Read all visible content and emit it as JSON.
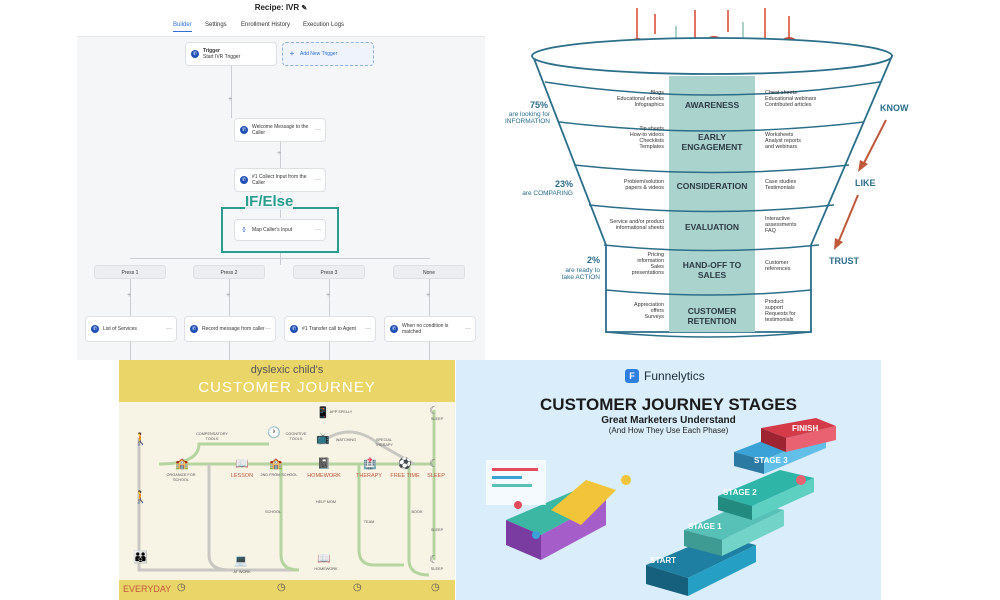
{
  "ivr": {
    "recipe_title": "Recipe: IVR",
    "tabs": [
      "Builder",
      "Settings",
      "Enrollment History",
      "Execution Logs"
    ],
    "trigger_title": "Trigger",
    "trigger_sub": "Start IVR Trigger",
    "add_trigger": "Add New Trigger",
    "nodes": [
      "Welcome Message to the Caller",
      "#1 Collect Input from the Caller",
      "Map Caller's Input"
    ],
    "if_else": "IF/Else",
    "branches": [
      "Press 1",
      "Press 2",
      "Press 3",
      "None"
    ],
    "actions": [
      "List of Services",
      "Record message from caller",
      "#1 Transfer call to Agent",
      "When no condition is matched"
    ]
  },
  "funnel": {
    "stages": [
      "AWARENESS",
      "EARLY ENGAGEMENT",
      "CONSIDERATION",
      "EVALUATION",
      "HAND-OFF TO SALES",
      "CUSTOMER RETENTION"
    ],
    "left_items": [
      [
        "Blogs",
        "Educational ebooks",
        "Infographics"
      ],
      [
        "Tip sheets",
        "How-to videos",
        "Checklists",
        "Templates"
      ],
      [
        "Problem/solution",
        "papers & videos"
      ],
      [
        "Service and/or product",
        "informational sheets"
      ],
      [
        "Pricing",
        "information",
        "Sales",
        "presentations"
      ],
      [
        "Appreciation",
        "offers",
        "Surveys"
      ]
    ],
    "right_items": [
      [
        "Cheat sheets",
        "Educational webinars",
        "Contributed articles"
      ],
      [
        "Worksheets",
        "Analyst reports",
        "and webinars"
      ],
      [
        "Case studies",
        "Testimonials"
      ],
      [
        "Interactive",
        "assessments",
        "FAQ"
      ],
      [
        "Customer",
        "references"
      ],
      [
        "Product",
        "support",
        "Requests for",
        "testimonials"
      ]
    ],
    "stats": [
      {
        "pct": "75%",
        "desc": [
          "are looking for",
          "INFORMATION"
        ]
      },
      {
        "pct": "23%",
        "desc": [
          "are COMPARING"
        ]
      },
      {
        "pct": "2%",
        "desc": [
          "are ready to",
          "take ACTION"
        ]
      }
    ],
    "side_labels": [
      "KNOW",
      "LIKE",
      "TRUST"
    ],
    "colors": {
      "accent": "#2b6e8a",
      "arrow": "#c0583a",
      "ball": "#d4452c",
      "ball_light": "#a9d4c9",
      "center": "#aad3ce"
    }
  },
  "dyslexic": {
    "subtitle": "dyslexic child's",
    "title": "CUSTOMER JOURNEY",
    "path_labels": [
      "LESSON",
      "HOMEWORK",
      "THERAPY",
      "FREE TIME",
      "SLEEP"
    ],
    "small_labels": [
      "ORGANIZE FOR SCHOOL",
      "2ND FROM SCHOOL",
      "COMPENSATORY TOOLS",
      "COGNITIVE TOOLS",
      "APP SPELLY",
      "WATCHING",
      "SPECIAL THERAPY",
      "AT WORK",
      "HOMEWORK",
      "HELP MOM",
      "BOOK",
      "TEAM",
      "SLEEP",
      "SLEEP",
      "SLEEP"
    ],
    "school_label": "SCHOOL",
    "footer": "EVERYDAY"
  },
  "funnelytics": {
    "brand": "Funnelytics",
    "title": "CUSTOMER JOURNEY STAGES",
    "subtitle": "Great Marketers Understand",
    "subtitle2": "(And How They Use Each Phase)",
    "steps": [
      "START",
      "STAGE 1",
      "STAGE 2",
      "STAGE 3",
      "FINISH"
    ]
  }
}
